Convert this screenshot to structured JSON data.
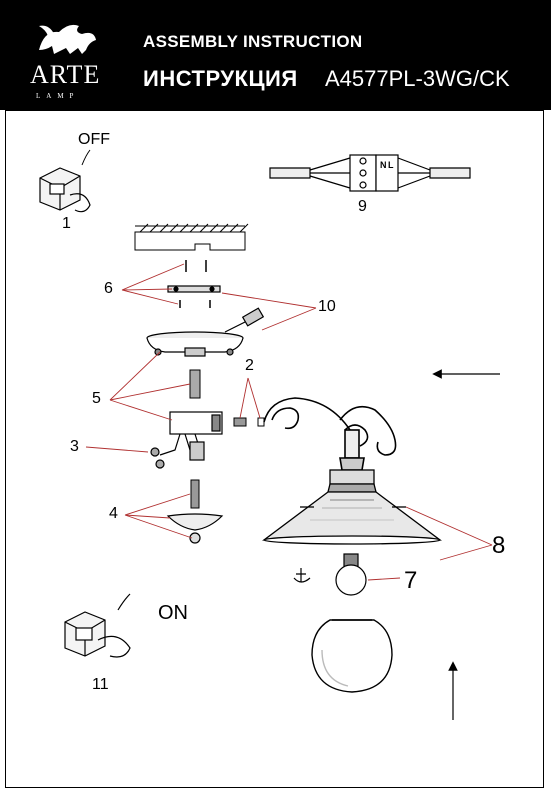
{
  "header": {
    "brand": "ARTE",
    "brand_sub": "LAMP",
    "title_en": "ASSEMBLY INSTRUCTION",
    "title_ru": "ИНСТРУКЦИЯ",
    "model": "A4577PL-3WG/CK"
  },
  "labels": {
    "off": "OFF",
    "on": "ON",
    "n1": "1",
    "n2": "2",
    "n3": "3",
    "n4": "4",
    "n5": "5",
    "n6": "6",
    "n7": "7",
    "n8": "8",
    "n9": "9",
    "n10": "10",
    "n11": "11",
    "term_n": "N",
    "term_l": "L"
  },
  "colors": {
    "header_bg": "#000000",
    "leader_line": "#b03030"
  }
}
